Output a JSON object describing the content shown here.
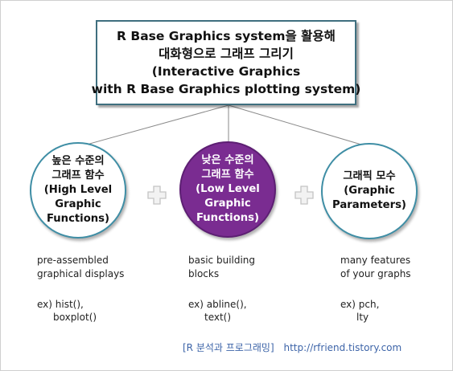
{
  "title": {
    "lines": [
      "R Base Graphics system을 활용해",
      "대화형으로 그래프 그리기",
      "(Interactive Graphics",
      "with R Base Graphics plotting system)"
    ]
  },
  "nodes": [
    {
      "label_lines": [
        "높은 수준의",
        "그래프 함수",
        "(High Level",
        "Graphic",
        "Functions)"
      ],
      "description_lines": [
        "pre-assembled",
        "graphical displays"
      ],
      "example_lines": [
        "ex) hist(),",
        "boxplot()"
      ]
    },
    {
      "label_lines": [
        "낮은 수준의",
        "그래프 함수",
        "(Low Level",
        "Graphic",
        "Functions)"
      ],
      "description_lines": [
        "basic building",
        "blocks"
      ],
      "example_lines": [
        "ex) abline(),",
        "text()"
      ]
    },
    {
      "label_lines": [
        "그래픽 모수",
        "(Graphic",
        "Parameters)"
      ],
      "description_lines": [
        "many features",
        "of your graphs"
      ],
      "example_lines": [
        "ex) pch,",
        "lty"
      ]
    }
  ],
  "colors": {
    "outline_circle": "#3f8ea5",
    "filled_circle": "#7a2c91",
    "title_border": "#3f6f7f",
    "plus": "#cccccc",
    "footer_text": "#3d64a8"
  },
  "icons": {
    "connector": "plus-icon"
  },
  "footer": {
    "source": "[R 분석과 프로그래밍]",
    "url": "http://rfriend.tistory.com"
  }
}
